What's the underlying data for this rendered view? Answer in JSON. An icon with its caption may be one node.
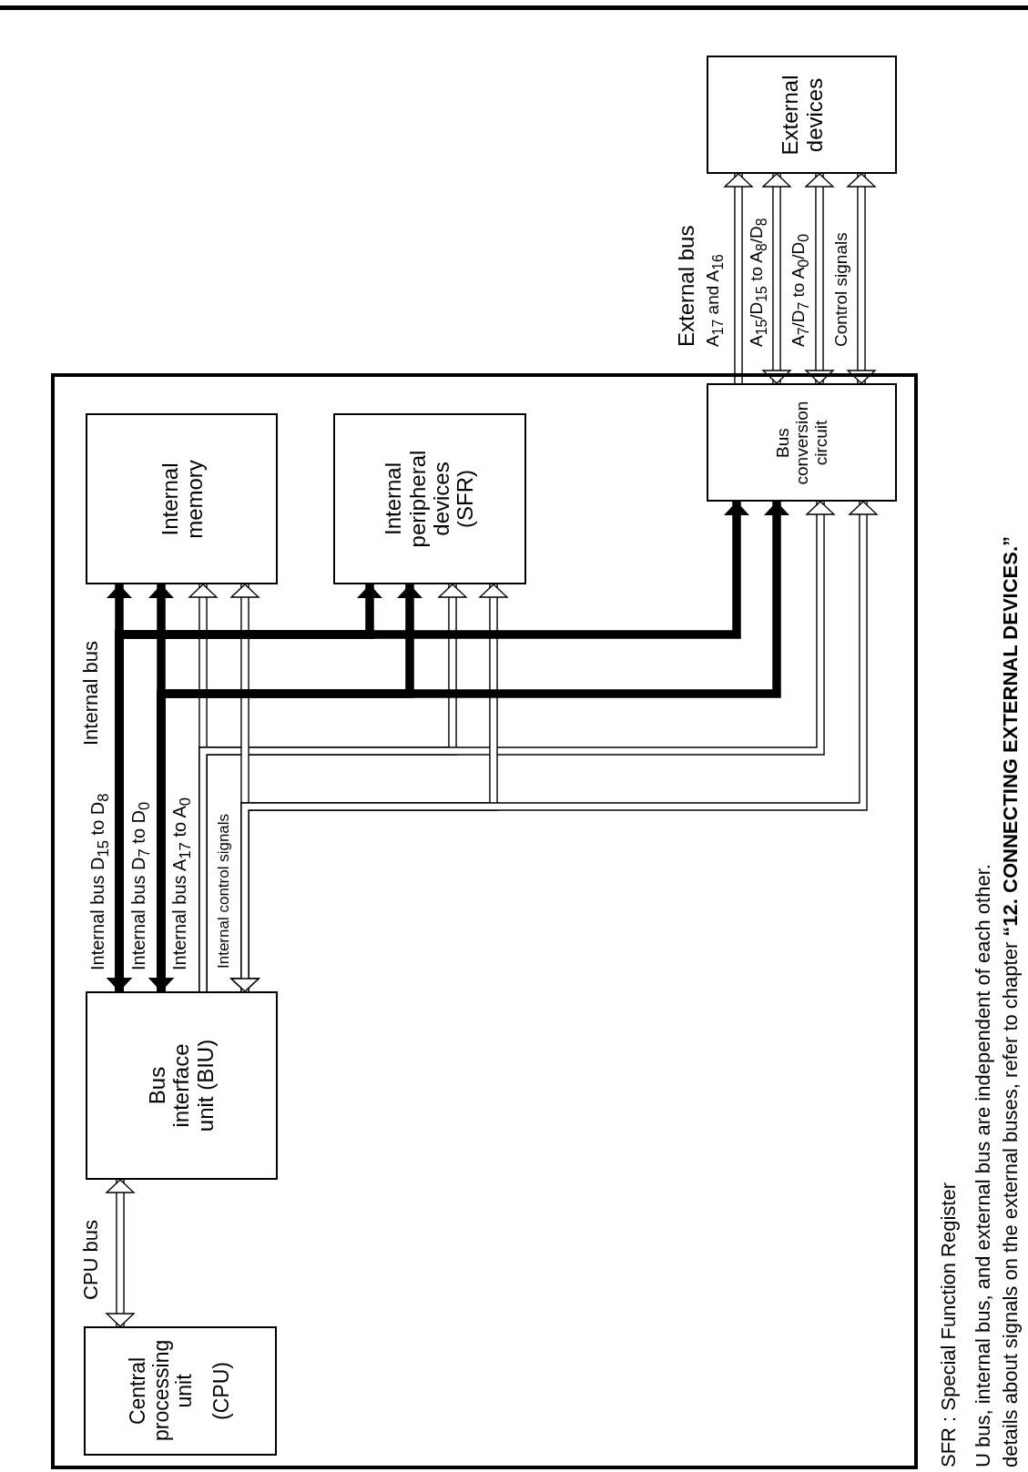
{
  "diagram": {
    "nodes": [
      {
        "text": [],
        "shape": "box"
      },
      {
        "text": [
          "Internal memory"
        ],
        "in": 0
      },
      {
        "text": [
          "Internal peripheral devices (SFR)"
        ],
        "in": 0
      },
      {
        "text": [
          "Bus interface unit (BIU)"
        ],
        "in": 0
      },
      {
        "text": [
          "Bus conversion circuit"
        ],
        "in": 0
      },
      {
        "text": [
          "Central processing unit",
          "(CPU)"
        ],
        "in": 0
      },
      {
        "text": [
          "External devices"
        ]
      }
    ],
    "edges": [
      {
        "from": 3,
        "to": 1,
        "arrow": "both",
        "color": "#000000",
        "label": "Internal bus D$_{15}$ to D$_{8}$"
      },
      {
        "from": 3,
        "to": 2,
        "arrow": "both",
        "color": "#000000"
      },
      {
        "from": 3,
        "to": 4,
        "arrow": "both",
        "color": "#000000"
      },
      {
        "from": 3,
        "to": 1,
        "arrow": "both",
        "color": "#000000",
        "label": "Internal bus D$_{7}$ to D$_{0}$"
      },
      {
        "from": 3,
        "to": 2,
        "arrow": "both",
        "color": "#000000"
      },
      {
        "from": 3,
        "to": 4,
        "arrow": "both",
        "color": "#000000"
      },
      {
        "from": 3,
        "to": 1,
        "arrow": "to",
        "label": "Internal bus A$_{17}$ to A$_{0}$"
      },
      {
        "from": 3,
        "to": 2,
        "arrow": "to"
      },
      {
        "from": 3,
        "to": 4,
        "arrow": "to"
      },
      {
        "from": 3,
        "to": 1,
        "arrow": "both",
        "label": "Internal control signals"
      },
      {
        "from": 3,
        "to": 2,
        "arrow": "both"
      },
      {
        "from": 3,
        "to": 4,
        "arrow": "both"
      },
      {
        "from": 5,
        "to": 3,
        "arrow": "both",
        "label": "CPU bus"
      },
      {
        "from": 4,
        "to": 6,
        "arrow": "to",
        "label": "A$_{17}$ and A$_{16}$"
      },
      {
        "from": 4,
        "to": 6,
        "arrow": "both",
        "label": "A$_{15}$/D$_{15}$ to A$_{8}$/D$_{8}$"
      },
      {
        "from": 4,
        "to": 6,
        "arrow": "both",
        "label": "A$_{7}$/D$_{7}$ to A$_{0}$/D$_{0}$"
      },
      {
        "from": 4,
        "to": 6,
        "arrow": "both",
        "label": "Control signals"
      }
    ],
    "labels": [
      "Internal bus",
      "External bus",
      "SFR : Special Function Register",
      "U bus, internal bus, and external bus are independent of each other.",
      "details about signals on the external buses, refer to chapter **“12. CONNECTING EXTERNAL DEVICES.”**"
    ]
  }
}
